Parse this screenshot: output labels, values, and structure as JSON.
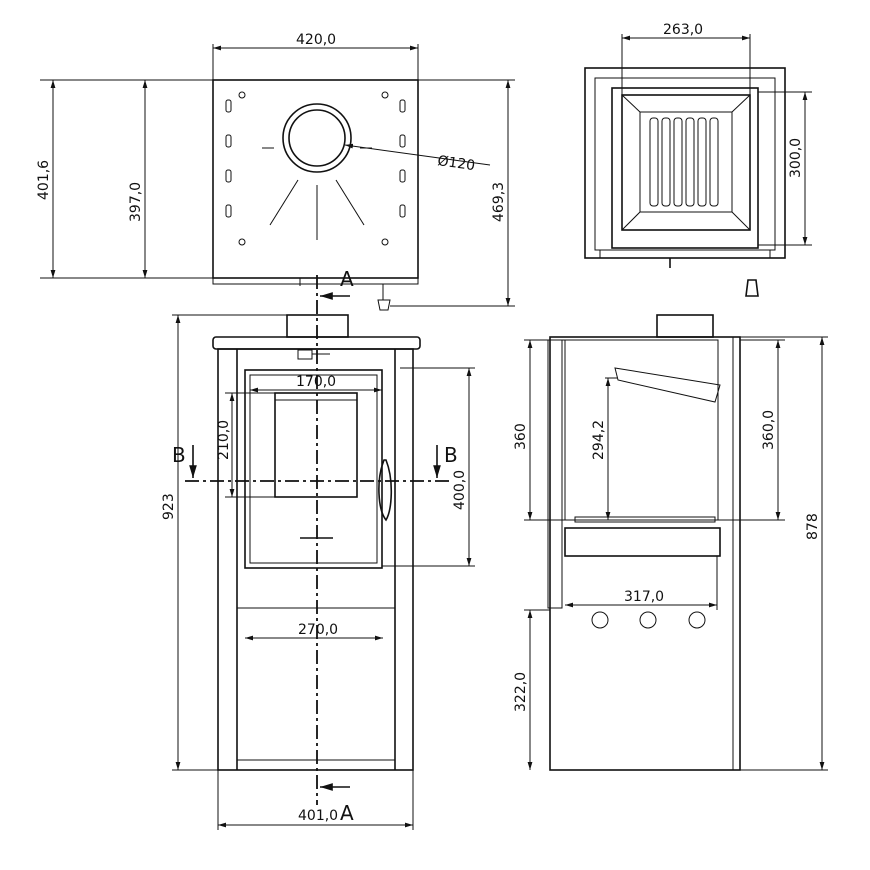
{
  "top_view": {
    "width": "420,0",
    "depth_outer": "401,6",
    "depth_inner": "397,0",
    "depth_total": "469,3",
    "flue_diameter": "Ø120",
    "section_a": "A"
  },
  "top_right_view": {
    "width": "263,0",
    "height": "300,0"
  },
  "front_view": {
    "glass_width": "170,0",
    "glass_height": "210,0",
    "door_height": "400,0",
    "total_height": "923",
    "ashpan_width": "270,0",
    "base_width": "401,0",
    "section_b_left": "B",
    "section_b_right": "B",
    "section_a": "A"
  },
  "side_view": {
    "firebox_height_left": "360",
    "baffle_height": "294,2",
    "firebox_height_right": "360,0",
    "total_height": "878",
    "firebox_depth": "317,0",
    "base_height": "322,0"
  }
}
